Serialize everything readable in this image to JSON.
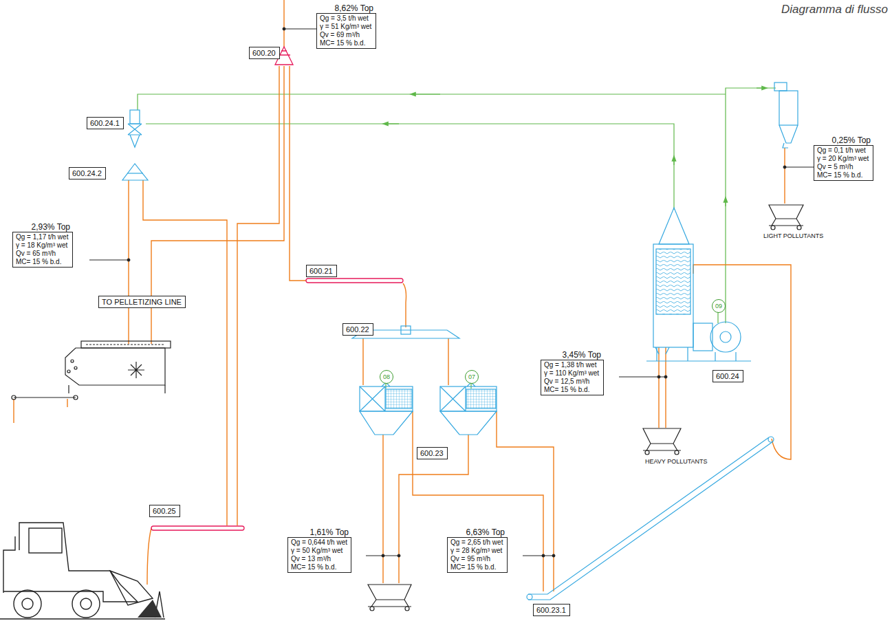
{
  "diagram": {
    "title": "Diagramma di flusso",
    "nodes": [
      {
        "text": [
          "8,62% Top",
          "Qg = 3,5 t/h wet",
          "γ = 51 Kg/m³ wet",
          "Qv = 69 m³/h",
          "MC= 15 % b.d."
        ]
      },
      {
        "text": [
          "600.20"
        ]
      },
      {
        "text": [
          "600.24.1"
        ]
      },
      {
        "text": [
          "0,25% Top",
          "Qg = 0,1 t/h wet",
          "γ = 20 Kg/m³ wet",
          "Qv = 5 m³/h",
          "MC= 15 % b.d."
        ]
      },
      {
        "text": [
          "600.24.2"
        ]
      },
      {
        "text": [
          "2,93% Top",
          "Qg = 1,17 t/h wet",
          "γ = 18 Kg/m³ wet",
          "Qv = 65 m³/h",
          "MC= 15 % b.d."
        ]
      },
      {
        "text": [
          "TO PELLETIZING LINE"
        ]
      },
      {
        "text": [
          "600.21"
        ]
      },
      {
        "text": [
          "600.22"
        ]
      },
      {
        "text": [
          "08"
        ]
      },
      {
        "text": [
          "07"
        ]
      },
      {
        "text": [
          "09"
        ]
      },
      {
        "text": [
          "3,45% Top",
          "Qg = 1,38 t/h wet",
          "γ = 110 Kg/m³ wet",
          "Qv = 12,5 m³/h",
          "MC= 15 % b.d."
        ]
      },
      {
        "text": [
          "600.24"
        ]
      },
      {
        "text": [
          "600.23"
        ]
      },
      {
        "text": [
          "600.25"
        ]
      },
      {
        "text": [
          "1,61% Top",
          "Qg = 0,644 t/h wet",
          "γ = 50 Kg/m³ wet",
          "Qv = 13 m³/h",
          "MC= 15 % b.d."
        ]
      },
      {
        "text": [
          "6,63% Top",
          "Qg = 2,65 t/h wet",
          "γ = 28 Kg/m³ wet",
          "Qv = 95 m³/h",
          "MC= 15 % b.d."
        ]
      },
      {
        "text": [
          "600.23.1"
        ]
      }
    ],
    "labels": [
      "LIGHT POLLUTANTS",
      "HEAVY POLLUTANTS"
    ]
  }
}
